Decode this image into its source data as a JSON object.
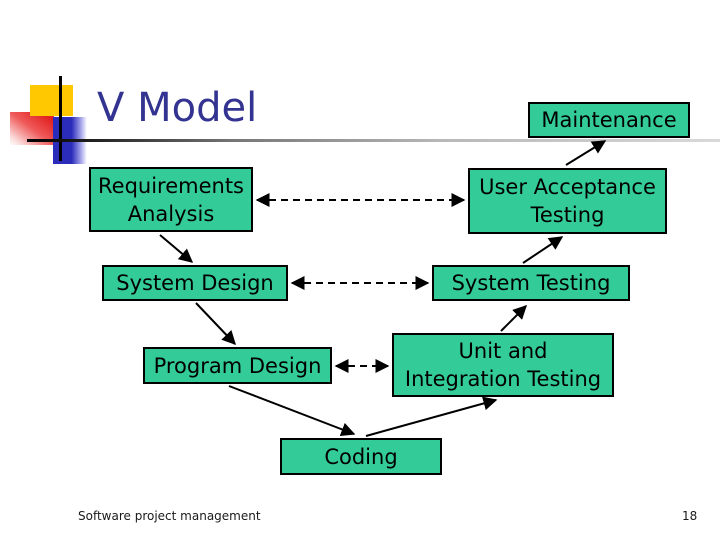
{
  "slide": {
    "title": "V Model",
    "footer": "Software project management",
    "page_number": "18"
  },
  "diagram": {
    "boxes": {
      "maintenance": {
        "label": "Maintenance"
      },
      "requirements_analysis": {
        "label": "Requirements\nAnalysis"
      },
      "user_acceptance_testing": {
        "label": "User Acceptance\nTesting"
      },
      "system_design": {
        "label": "System Design"
      },
      "system_testing": {
        "label": "System Testing"
      },
      "program_design": {
        "label": "Program Design"
      },
      "unit_integration_testing": {
        "label": "Unit and\nIntegration Testing"
      },
      "coding": {
        "label": "Coding"
      }
    },
    "connections": {
      "dashed_bidirectional": [
        "requirements_analysis <-> user_acceptance_testing",
        "system_design <-> system_testing",
        "program_design <-> unit_integration_testing"
      ],
      "solid_directional": [
        "requirements_analysis -> system_design",
        "system_design -> program_design",
        "program_design -> coding",
        "coding -> unit_integration_testing",
        "unit_integration_testing -> system_testing",
        "system_testing -> user_acceptance_testing",
        "user_acceptance_testing -> maintenance"
      ]
    },
    "colors": {
      "box_fill": "#33cc99",
      "box_border": "#000000",
      "arrow": "#000000",
      "title_text": "#333391",
      "deco_yellow": "#ffc800",
      "deco_red": "#e32222",
      "deco_blue": "#2c2cbb"
    }
  }
}
